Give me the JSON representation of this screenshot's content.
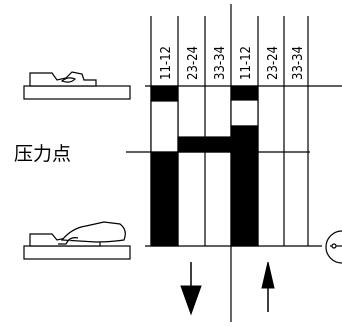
{
  "diagram": {
    "title": "",
    "pressure_point_label": "压力点",
    "columns": [
      {
        "label": "11-12",
        "direction": "press"
      },
      {
        "label": "23-24",
        "direction": "press"
      },
      {
        "label": "33-34",
        "direction": "press"
      },
      {
        "label": "11-12",
        "direction": "release"
      },
      {
        "label": "23-24",
        "direction": "release"
      },
      {
        "label": "33-34",
        "direction": "release"
      }
    ],
    "icons": {
      "top": "pedal-released-icon",
      "bottom": "pedal-pressed-icon",
      "right": "connector-symbol-icon",
      "down": "arrow-down-icon",
      "up": "arrow-up-icon"
    },
    "colors": {
      "line": "#000000",
      "fill": "#000000",
      "background": "#ffffff"
    }
  }
}
